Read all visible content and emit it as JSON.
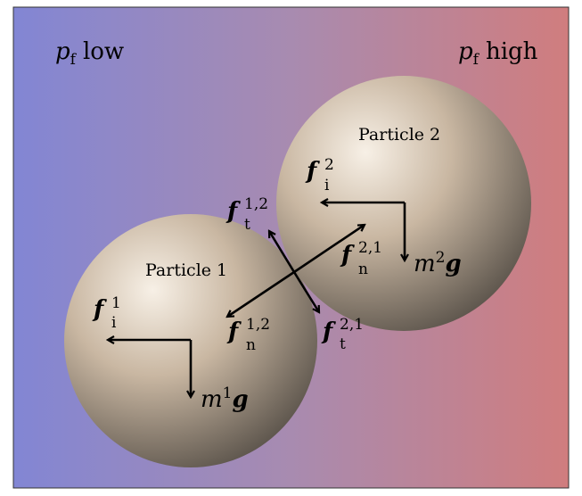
{
  "region_low": {
    "symbol": "p",
    "subscript": "f",
    "text": "low"
  },
  "region_high": {
    "symbol": "p",
    "subscript": "f",
    "text": "high"
  },
  "particle_1": {
    "label": "Particle 1",
    "interaction_force": {
      "symbol": "f",
      "superscript": "1",
      "subscript": "i"
    },
    "normal_force": {
      "symbol": "f",
      "superscript": "1,2",
      "subscript": "n"
    },
    "tangential_force": {
      "symbol": "f",
      "superscript": "1,2",
      "subscript": "t"
    },
    "gravity": {
      "mass": "m",
      "superscript": "1",
      "vector": "g"
    }
  },
  "particle_2": {
    "label": "Particle 2",
    "interaction_force": {
      "symbol": "f",
      "superscript": "2",
      "subscript": "i"
    },
    "normal_force": {
      "symbol": "f",
      "superscript": "2,1",
      "subscript": "n"
    },
    "tangential_force": {
      "symbol": "f",
      "superscript": "2,1",
      "subscript": "t"
    },
    "gravity": {
      "mass": "m",
      "superscript": "2",
      "vector": "g"
    }
  },
  "colors": {
    "gradient_left": "#8286d4",
    "gradient_mid": "#a88bb0",
    "gradient_right": "#d07d7e",
    "sphere_highlight": "#f7f0e6",
    "sphere_mid": "#c9b7a2",
    "sphere_shadow": "#6f665c"
  }
}
